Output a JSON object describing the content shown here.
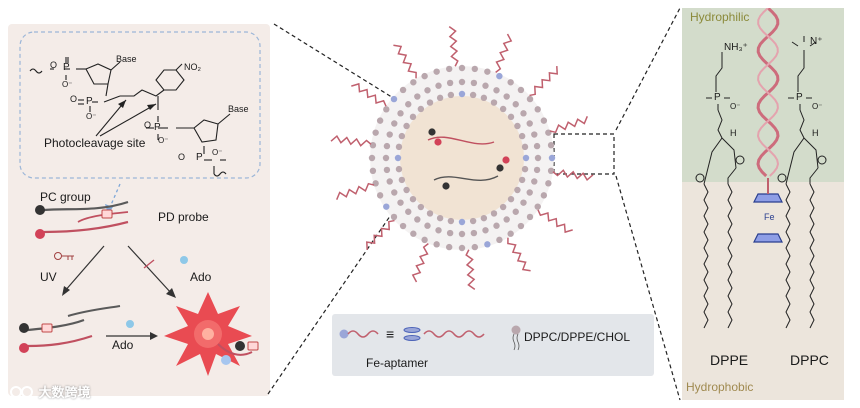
{
  "left_panel": {
    "struct_text": {
      "o1": "O",
      "p1": "P",
      "om1": "O⁻",
      "base1": "Base",
      "o2": "O",
      "p2": "P",
      "om2": "O⁻",
      "no2": "NO₂",
      "o3": "O",
      "p3": "P",
      "om3": "O⁻",
      "base2": "Base",
      "o4": "O",
      "p4": "P",
      "om4": "O⁻"
    },
    "photocleavage_label": "Photocleavage site",
    "pc_group_label": "PC group",
    "pd_probe_label": "PD probe",
    "uv_label": "UV",
    "ado_label_1": "Ado",
    "ado_label_2": "Ado"
  },
  "legend": {
    "equiv_symbol": "≡",
    "fe_aptamer_label": "Fe-aptamer",
    "lipid_label": "DPPC/DPPE/CHOL"
  },
  "right_panel": {
    "hydrophilic_label": "Hydrophilic",
    "hydrophobic_label": "Hydrophobic",
    "nh3_label": "NH₃⁺",
    "n_label": "N⁺",
    "fe_label": "Fe",
    "dppe_label": "DPPE",
    "dppc_label": "DPPC",
    "p_left": "P",
    "p_right": "P",
    "h_left": "H",
    "h_right": "H",
    "om_left": "O⁻",
    "om_right": "O⁻"
  },
  "watermark": {
    "text": "大数跨境"
  },
  "colors": {
    "left_bg": "#f4ece8",
    "right_top_bg": "#d3dccb",
    "right_bot_bg": "#ece5dc",
    "legend_bg": "#e3e6ea",
    "aptamer": "#c0606e",
    "helix": "#cd6c7c",
    "lipid_head": "#b9a7ad",
    "lipid_head_blue": "#9aa6d8",
    "core": "#f1e3d3",
    "hydrophilic_text": "#8b8a3a",
    "hydrophobic_text": "#a08a50",
    "dashed_box": "#9cb6d8"
  }
}
